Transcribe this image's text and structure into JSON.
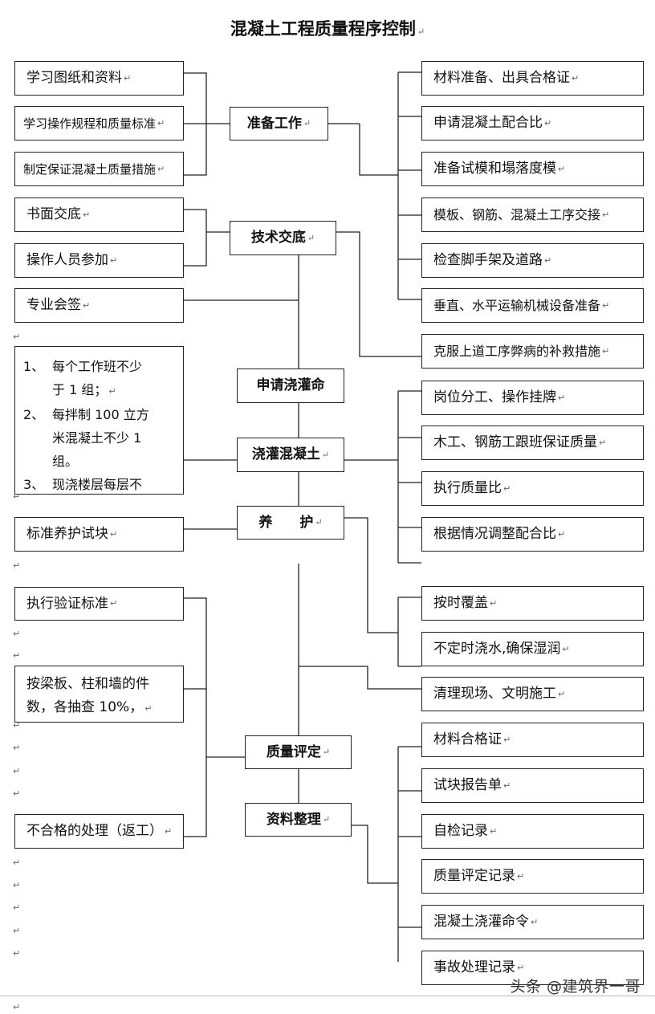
{
  "title": "混凝土工程质量程序控制",
  "center_nodes": {
    "prep": "准备工作",
    "tech": "技术交底",
    "apply": "申请浇灌命",
    "pour": "浇灌混凝土",
    "cure": "养　　护",
    "evaluate": "质量评定",
    "docs": "资料整理"
  },
  "left_nodes": {
    "study_drawings": "学习图纸和资料",
    "study_rules": "学习操作规程和质量标准",
    "quality_measures": "制定保证混凝土质量措施",
    "written_brief": "书面交底",
    "operators_join": "操作人员参加",
    "sign_off": "专业会签",
    "test_block": "标准养护试块",
    "verify_standard": "执行验证标准",
    "spot_check": [
      "按梁板、柱和墙的件",
      "数，各抽查 10%，"
    ],
    "nonconforming": "不合格的处理（返工）"
  },
  "pour_rules": [
    {
      "num": "1、",
      "lines": [
        "每个工作班不少",
        "于 1 组；"
      ]
    },
    {
      "num": "2、",
      "lines": [
        "每拌制 100 立方",
        "米混凝土不少 1",
        "组。"
      ]
    },
    {
      "num": "3、",
      "lines": [
        "现浇楼层每层不"
      ]
    }
  ],
  "right_nodes": {
    "materials": "材料准备、出具合格证",
    "mix_ratio": "申请混凝土配合比",
    "molds": "准备试模和塌落度模",
    "handover": "模板、钢筋、混凝土工序交接",
    "scaffold": "检查脚手架及道路",
    "transport": "垂直、水平运输机械设备准备",
    "remedy": "克服上道工序弊病的补救措施",
    "posts": "岗位分工、操作挂牌",
    "trades": "木工、钢筋工跟班保证质量",
    "exec_ratio": "执行质量比",
    "adjust_ratio": "根据情况调整配合比",
    "cover": "按时覆盖",
    "water": "不定时浇水,确保湿润",
    "cleanup": "清理现场、文明施工",
    "cert": "材料合格证",
    "test_report": "试块报告单",
    "self_check": "自检记录",
    "eval_record": "质量评定记录",
    "pour_order": "混凝土浇灌命令",
    "accident": "事故处理记录"
  },
  "paragraph_mark": "↵",
  "watermark": "头条 @建筑界一哥"
}
